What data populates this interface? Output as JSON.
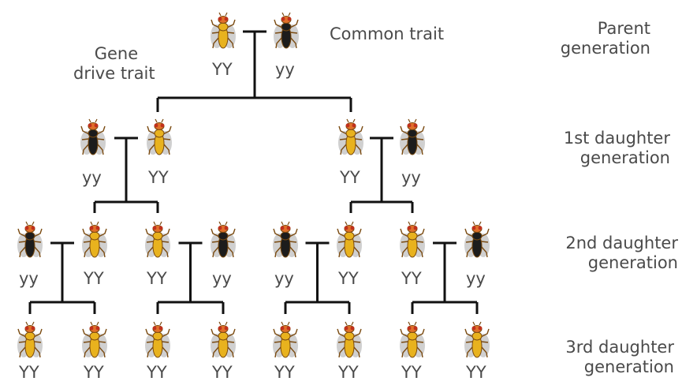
{
  "labels": {
    "gene_drive_trait": "Gene\ndrive trait",
    "common_trait": "Common trait"
  },
  "generations": [
    "Parent\ngeneration",
    "1st daughter\ngeneration",
    "2nd daughter\ngeneration",
    "3rd daughter\ngeneration"
  ],
  "colors": {
    "gene_drive_body": "#e8b21e",
    "common_body": "#1c1c1c",
    "head": "#e0702a",
    "wing": "#c8c8c8",
    "line": "#111111",
    "text": "#4a4a4a"
  },
  "rows": [
    [
      {
        "genotype": "YY",
        "trait": "gene-drive"
      },
      {
        "genotype": "yy",
        "trait": "common"
      }
    ],
    [
      {
        "genotype": "yy",
        "trait": "common"
      },
      {
        "genotype": "YY",
        "trait": "gene-drive"
      },
      {
        "genotype": "YY",
        "trait": "gene-drive"
      },
      {
        "genotype": "yy",
        "trait": "common"
      }
    ],
    [
      {
        "genotype": "yy",
        "trait": "common"
      },
      {
        "genotype": "YY",
        "trait": "gene-drive"
      },
      {
        "genotype": "YY",
        "trait": "gene-drive"
      },
      {
        "genotype": "yy",
        "trait": "common"
      },
      {
        "genotype": "yy",
        "trait": "common"
      },
      {
        "genotype": "YY",
        "trait": "gene-drive"
      },
      {
        "genotype": "YY",
        "trait": "gene-drive"
      },
      {
        "genotype": "yy",
        "trait": "common"
      }
    ],
    [
      {
        "genotype": "YY",
        "trait": "gene-drive"
      },
      {
        "genotype": "YY",
        "trait": "gene-drive"
      },
      {
        "genotype": "YY",
        "trait": "gene-drive"
      },
      {
        "genotype": "YY",
        "trait": "gene-drive"
      },
      {
        "genotype": "YY",
        "trait": "gene-drive"
      },
      {
        "genotype": "YY",
        "trait": "gene-drive"
      },
      {
        "genotype": "YY",
        "trait": "gene-drive"
      },
      {
        "genotype": "YY",
        "trait": "gene-drive"
      }
    ]
  ]
}
